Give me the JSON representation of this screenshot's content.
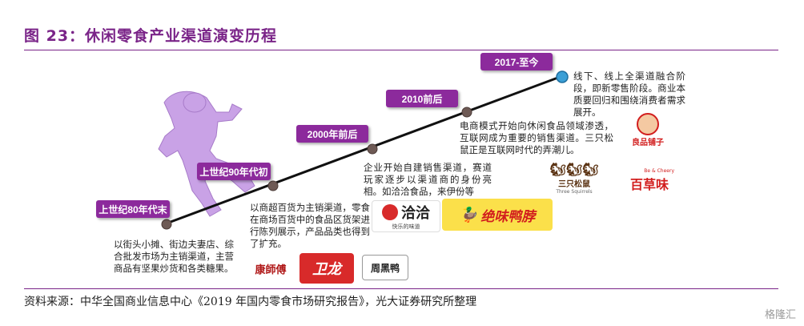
{
  "title": "图 23：休闲零食产业渠道演变历程",
  "source": "资料来源：中华全国商业信息中心《2019 年国内零食市场研究报告》，光大证券研究所整理",
  "stages": [
    {
      "label": "上世纪80年代末",
      "desc": "以街头小摊、街边夫妻店、综合批发市场为主销渠道，主营商品有坚果炒货和各类糖果。"
    },
    {
      "label": "上世纪90年代初",
      "desc": "以商超百货为主销渠道，零食在商场百货中的食品区货架进行陈列展示，产品品类也得到了扩充。"
    },
    {
      "label": "2000年前后",
      "desc": "企业开始自建销售渠道，赛道玩家逐步以渠道商的身份亮相。如洽洽食品，来伊份等"
    },
    {
      "label": "2010前后",
      "desc": "电商模式开始向休闲食品领域渗透，互联网成为重要的销售渠道。三只松鼠正是互联网时代的弄潮儿。"
    },
    {
      "label": "2017-至今",
      "desc": "线下、线上全渠道融合阶段，即新零售阶段。商业本质要回归和围绕消费者需求展开。"
    }
  ],
  "logos": {
    "kangshifu": "康師傅",
    "weilong": "卫龙",
    "zhouheiya": "周黑鸭",
    "qiaqia": "洽洽",
    "qiaqia_sub": "快乐的味道",
    "juewei": "绝味鸭脖",
    "liangpin": "良品铺子",
    "sanzhi": "三只松鼠",
    "sanzhi_sub": "Three Squirrels",
    "baicaowei": "百草味",
    "baicaowei_sub": "Be & Cheery"
  },
  "watermark": "格隆汇",
  "colors": {
    "accent": "#8c2a9c",
    "title": "#7a2488",
    "silhouette": "#c9a2e6"
  }
}
